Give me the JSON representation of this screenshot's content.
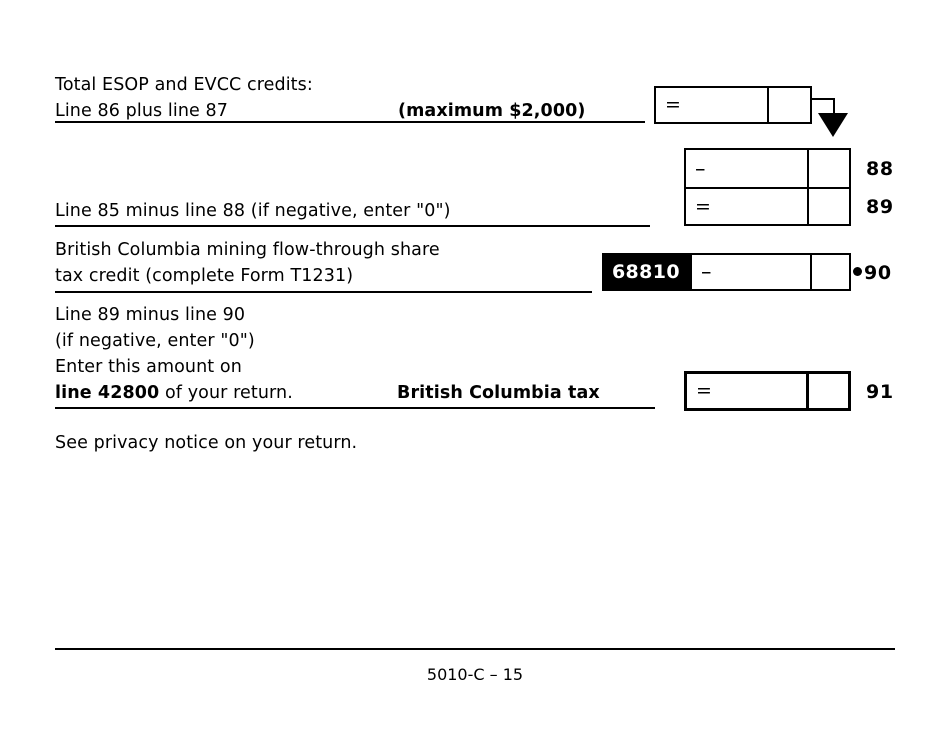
{
  "document": {
    "form_code": "5010-C",
    "page_label": "5010-C – 15",
    "privacy_notice": "See privacy notice on your return."
  },
  "rows": [
    {
      "id": "esop-evcc",
      "text_line1": "Total ESOP and EVCC credits:",
      "text_line2": "Line 86 plus line 87",
      "note": "(maximum $2,000)",
      "operator": "=",
      "dollars_value": "",
      "cents_value": "",
      "line_number": ""
    },
    {
      "id": "line-88",
      "text_line1": "",
      "operator": "–",
      "dollars_value": "",
      "cents_value": "",
      "line_number": "88"
    },
    {
      "id": "line-89",
      "text_line1": "Line 85 minus line 88 (if negative, enter \"0\")",
      "operator": "=",
      "dollars_value": "",
      "cents_value": "",
      "line_number": "89"
    },
    {
      "id": "line-90",
      "text_line1": "British Columbia mining flow-through share",
      "text_line2": "tax credit (complete Form T1231)",
      "code_chip": "68810",
      "operator": "–",
      "dollars_value": "",
      "cents_value": "",
      "line_number": "90",
      "has_bullet": true
    },
    {
      "id": "line-91",
      "text_line1": "Line 89 minus line 90",
      "text_line2": "(if negative, enter \"0\")",
      "text_line3": "Enter this amount on",
      "text_line4_bold": "line 42800",
      "text_line4_rest": " of your return.",
      "label_bold": "British Columbia tax",
      "operator": "=",
      "dollars_value": "",
      "cents_value": "",
      "line_number": "91"
    }
  ],
  "icons": {
    "down_arrow": "arrow-down-filled",
    "bullet_marker": "bullet-dot"
  },
  "colors": {
    "ink": "#000000",
    "paper": "#ffffff",
    "chip_bg": "#000000",
    "chip_fg": "#ffffff"
  }
}
